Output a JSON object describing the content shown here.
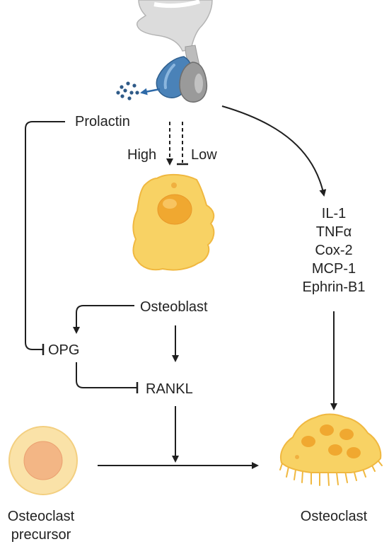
{
  "labels": {
    "prolactin": "Prolactin",
    "high": "High",
    "low": "Low",
    "osteoblast": "Osteoblast",
    "opg": "OPG",
    "rankl": "RANKL",
    "osteoclast_precursor_line1": "Osteoclast",
    "osteoclast_precursor_line2": "precursor",
    "osteoclast": "Osteoclast"
  },
  "mediators": [
    "IL-1",
    "TNFα",
    "Cox-2",
    "MCP-1",
    "Ephrin-B1"
  ],
  "colors": {
    "arrow": "#1f1f1f",
    "text": "#222222",
    "cell_fill": "#f8d264",
    "cell_stroke": "#f0b840",
    "cell_nucleus": "#f0a830",
    "precursor_outer": "#fae2a8",
    "precursor_inner": "#f3b685",
    "pituitary_blue": "#4a82b8",
    "pituitary_gray": "#9a9a9a",
    "hypothalamus_gray": "#d6d6d6",
    "secretion_dots": "#2e5a88"
  }
}
